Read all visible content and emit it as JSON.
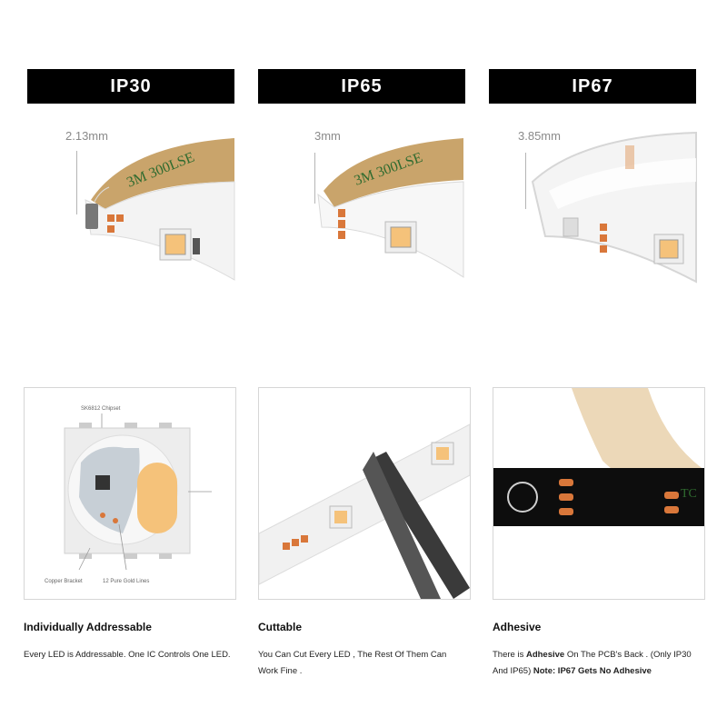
{
  "ratings": [
    {
      "label": "IP30",
      "thickness": "2.13mm"
    },
    {
      "label": "IP65",
      "thickness": "3mm"
    },
    {
      "label": "IP67",
      "thickness": "3.85mm"
    }
  ],
  "features": [
    {
      "title": "Individually Addressable",
      "description": "Every LED is Addressable. One IC Controls One LED.",
      "diagram": {
        "chipset_label": "SK6812 Chipset",
        "bracket_label": "Copper Bracket",
        "lines_label": "12 Pure Gold Lines"
      }
    },
    {
      "title": "Cuttable",
      "description": "You Can Cut Every LED , The Rest Of Them Can Work Fine ."
    },
    {
      "title": "Adhesive",
      "description_parts": {
        "p1": "There is ",
        "p2": "Adhesive",
        "p3": " On The PCB's Back . (Only IP30 And IP65) ",
        "p4": "Note: IP67 Gets No",
        "p5": " Adhesive"
      }
    }
  ],
  "colors": {
    "banner_bg": "#000000",
    "tape": "#c9a46b",
    "adhesive_text": "#2f6b2f",
    "led_warm": "#f5c27a",
    "pad_copper": "#d9773a"
  }
}
